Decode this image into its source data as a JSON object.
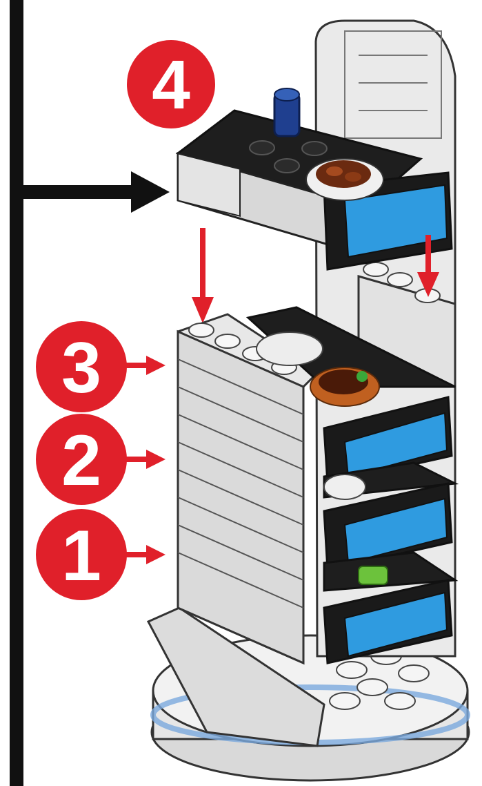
{
  "labels": {
    "step4": "4",
    "step3": "3",
    "step2": "2",
    "step1": "1"
  },
  "colors": {
    "badge_red": "#e0202a",
    "arrow_red": "#e0202a",
    "black": "#111111",
    "brick_light": "#e6e6e6",
    "brick_mid": "#cfcfcf",
    "brick_dark": "#2a2a2a",
    "screen_blue": "#2f9be0",
    "stud_blue": "#1f3f8f",
    "green": "#6cc23c",
    "food_brown": "#6b2a10"
  },
  "icons": [
    "rotate-arrow-icon",
    "down-arrow-icon",
    "pointer-arrow-icon"
  ]
}
